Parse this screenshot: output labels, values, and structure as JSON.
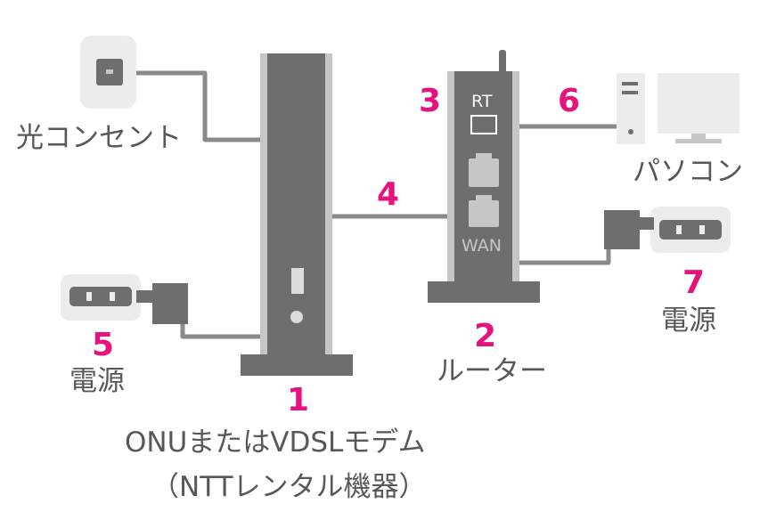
{
  "labels": {
    "hikari_outlet": "光コンセント",
    "pc": "パソコン",
    "power_left": "電源",
    "power_right": "電源",
    "router": "ルーター",
    "onu_line1": "ONUまたはVDSLモデム",
    "onu_line2": "（NTTレンタル機器）"
  },
  "ports": {
    "rt": "RT",
    "wan": "WAN"
  },
  "numbers": {
    "onu": "1",
    "router": "2",
    "rt_port": "3",
    "cable_onu_router": "4",
    "power_onu": "5",
    "cable_router_pc": "6",
    "power_router": "7"
  },
  "colors": {
    "device": "#6e6e6e",
    "highlight": "#c6c6c6",
    "panel": "#ececec",
    "cable": "#8a8a8a",
    "number": "#e5147d",
    "text": "#595757"
  }
}
